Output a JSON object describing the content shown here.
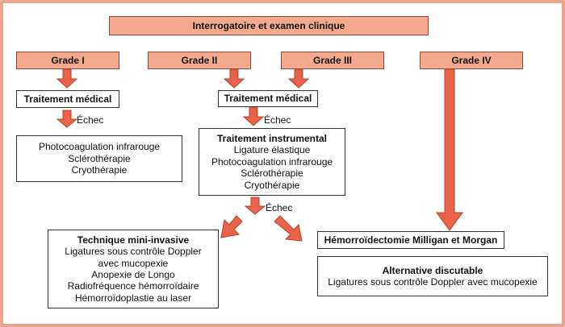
{
  "colors": {
    "salmon": "#f4a98f",
    "arrow_fill": "#e8634a",
    "arrow_stroke": "#b8402a",
    "frame": "#e8a48c"
  },
  "top": {
    "label": "Interrogatoire et examen clinique"
  },
  "grades": {
    "g1": "Grade I",
    "g2": "Grade II",
    "g3": "Grade III",
    "g4": "Grade IV"
  },
  "left_branch": {
    "treatment": "Traitement médical",
    "echec": "Échec",
    "options": [
      "Photocoagulation infrarouge",
      "Sclérothérapie",
      "Cryothérapie"
    ]
  },
  "middle_branch": {
    "treatment": "Traitement médical",
    "echec": "Échec",
    "instrumental_title": "Traitement instrumental",
    "instrumental_items": [
      "Ligature élastique",
      "Photocoagulation infrarouge",
      "Sclérothérapie",
      "Cryothérapie"
    ],
    "echec2": "Échec"
  },
  "mini_invasive": {
    "title": "Technique mini-invasive",
    "items": [
      "Ligatures sous contrôle Doppler",
      "avec mucopexie",
      "Anopexie de Longo",
      "Radiofréquence hémorroïdaire",
      "Hémorroïdoplastie au laser"
    ]
  },
  "surgery": {
    "label": "Hémorroïdectomie Milligan et Morgan"
  },
  "alternative": {
    "title": "Alternative discutable",
    "text": "Ligatures sous contrôle Doppler avec mucopexie"
  }
}
